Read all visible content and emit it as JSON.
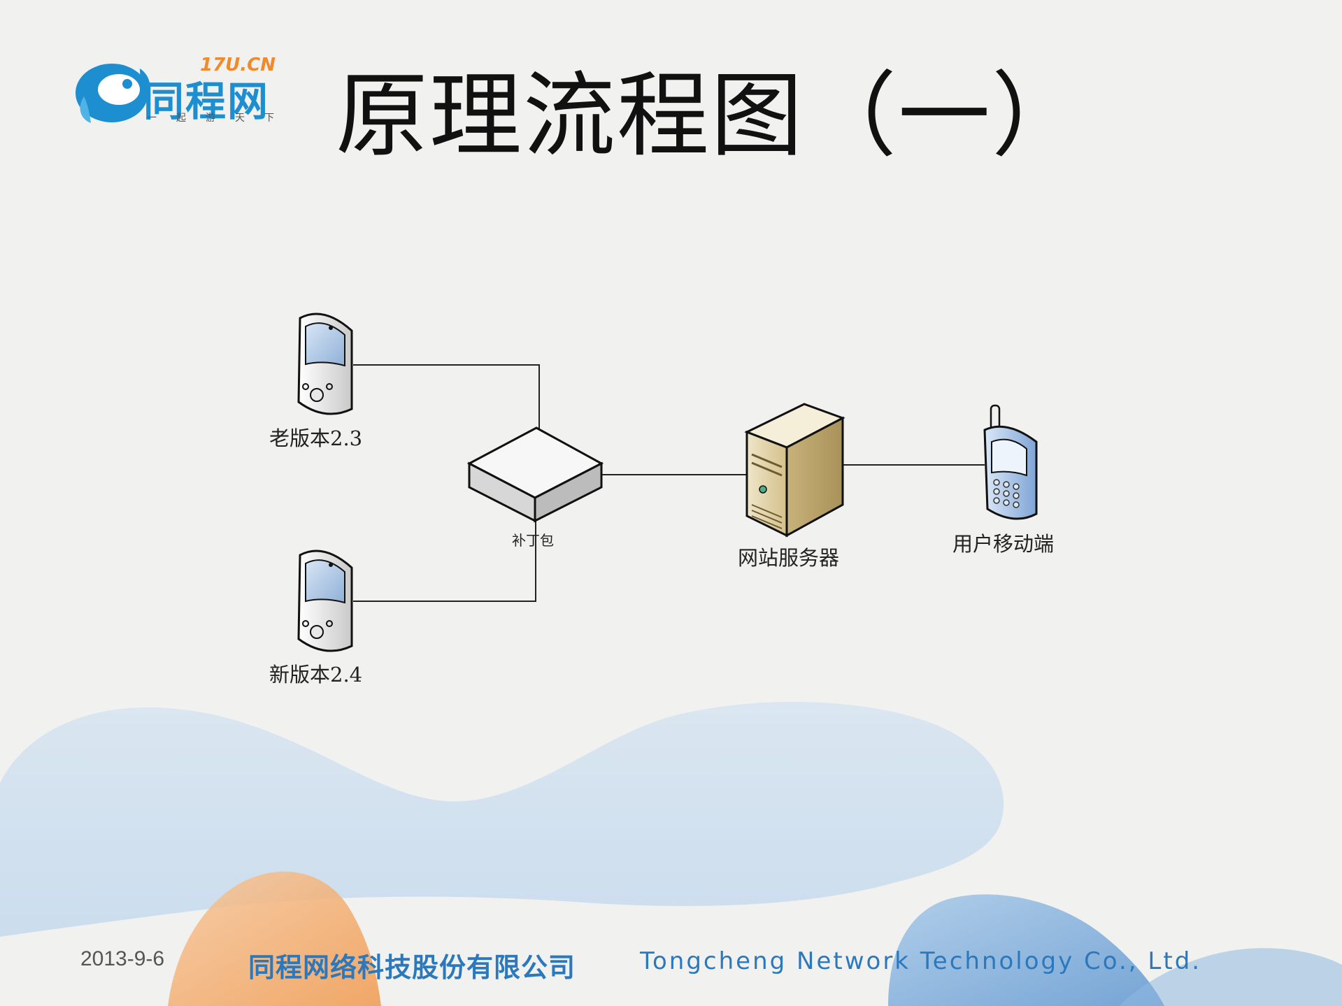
{
  "logo": {
    "main": "同程网",
    "domain": "17U.CN",
    "slogan": "一起游天下",
    "mark_icon": "fish-logo-icon"
  },
  "title": "原理流程图（一）",
  "diagram": {
    "nodes": {
      "old_version": {
        "label": "老版本2.3",
        "icon": "pda-device-icon"
      },
      "new_version": {
        "label": "新版本2.4",
        "icon": "pda-device-icon"
      },
      "patch": {
        "label": "补丁包",
        "icon": "network-switch-icon"
      },
      "server": {
        "label": "网站服务器",
        "icon": "server-tower-icon"
      },
      "mobile": {
        "label": "用户移动端",
        "icon": "cell-phone-icon"
      }
    },
    "edges": [
      [
        "old_version",
        "patch"
      ],
      [
        "new_version",
        "patch"
      ],
      [
        "patch",
        "server"
      ],
      [
        "server",
        "mobile"
      ]
    ]
  },
  "footer": {
    "date": "2013-9-6",
    "company_cn": "同程网络科技股份有限公司",
    "company_en": "Tongcheng Network Technology Co., Ltd."
  },
  "colors": {
    "brand_blue": "#1d8fd0",
    "brand_orange": "#f08a2a",
    "footer_blue": "#2b78bd",
    "bg_blue_shape": "#7fb3df",
    "bg_orange_shape": "#f3a25a"
  }
}
